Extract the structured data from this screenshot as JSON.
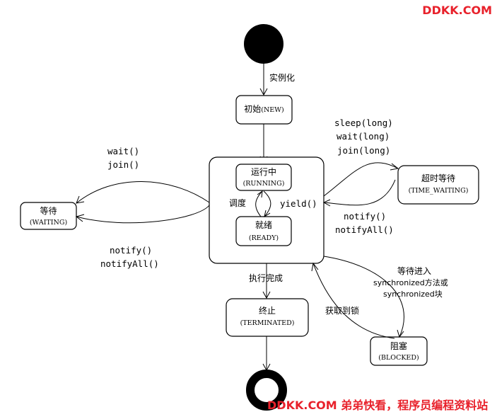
{
  "watermark": {
    "top": "DDKK.COM",
    "bottom": "DDKK.COM 弟弟快看，程序员编程资料站"
  },
  "states": {
    "new": {
      "name": "初始",
      "code": "(NEW)"
    },
    "running": {
      "name": "运行中",
      "code": "(RUNNING)"
    },
    "ready": {
      "name": "就绪",
      "code": "(READY)"
    },
    "waiting": {
      "name": "等待",
      "code": "(WAITING)"
    },
    "timed_waiting": {
      "name": "超时等待",
      "code": "(TIME_WAITING)"
    },
    "terminated": {
      "name": "终止",
      "code": "(TERMINATED)"
    },
    "blocked": {
      "name": "阻塞",
      "code": "(BLOCKED)"
    }
  },
  "labels": {
    "instantiate": "实例化",
    "schedule": "调度",
    "yield": "yield()",
    "wait": "wait()",
    "join": "join()",
    "notify": "notify()",
    "notify_all": "notifyAll()",
    "sleep_long": "sleep(long)",
    "wait_long": "wait(long)",
    "join_long": "join(long)",
    "tw_notify": "notify()",
    "tw_notify_all": "notifyAll()",
    "complete": "执行完成",
    "enter_sync": "等待进入",
    "sync_method": "synchronized方法或",
    "sync_block": "synchronized块",
    "acquire_lock": "获取到锁"
  },
  "colors": {
    "watermark": "#e8212b",
    "line": "#000000"
  }
}
